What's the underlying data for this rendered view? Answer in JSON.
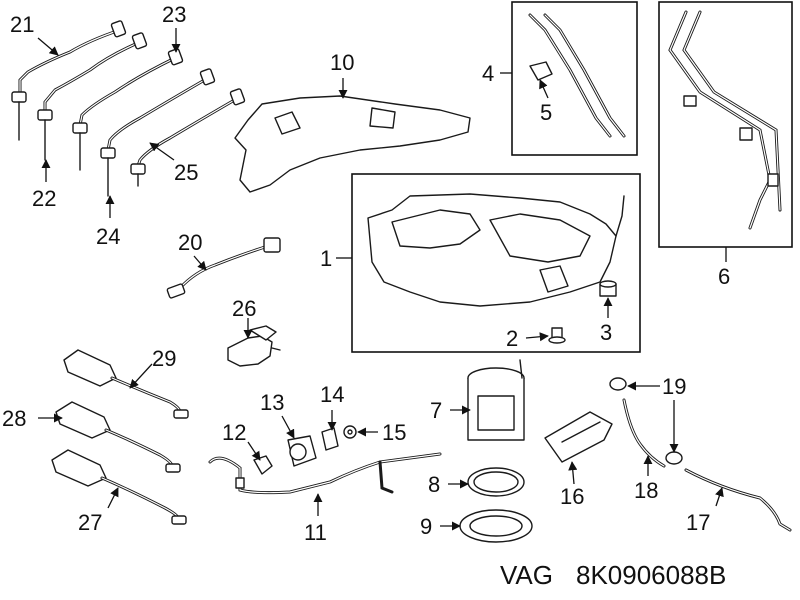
{
  "callouts": {
    "c1": "1",
    "c2": "2",
    "c3": "3",
    "c4": "4",
    "c5": "5",
    "c6": "6",
    "c7": "7",
    "c8": "8",
    "c9": "9",
    "c10": "10",
    "c11": "11",
    "c12": "12",
    "c13": "13",
    "c14": "14",
    "c15": "15",
    "c16": "16",
    "c17": "17",
    "c18": "18",
    "c19": "19",
    "c20": "20",
    "c21": "21",
    "c22": "22",
    "c23": "23",
    "c24": "24",
    "c25": "25",
    "c26": "26",
    "c27": "27",
    "c28": "28",
    "c29": "29"
  },
  "footer": {
    "brand": "VAG",
    "part_number": "8K0906088B"
  }
}
